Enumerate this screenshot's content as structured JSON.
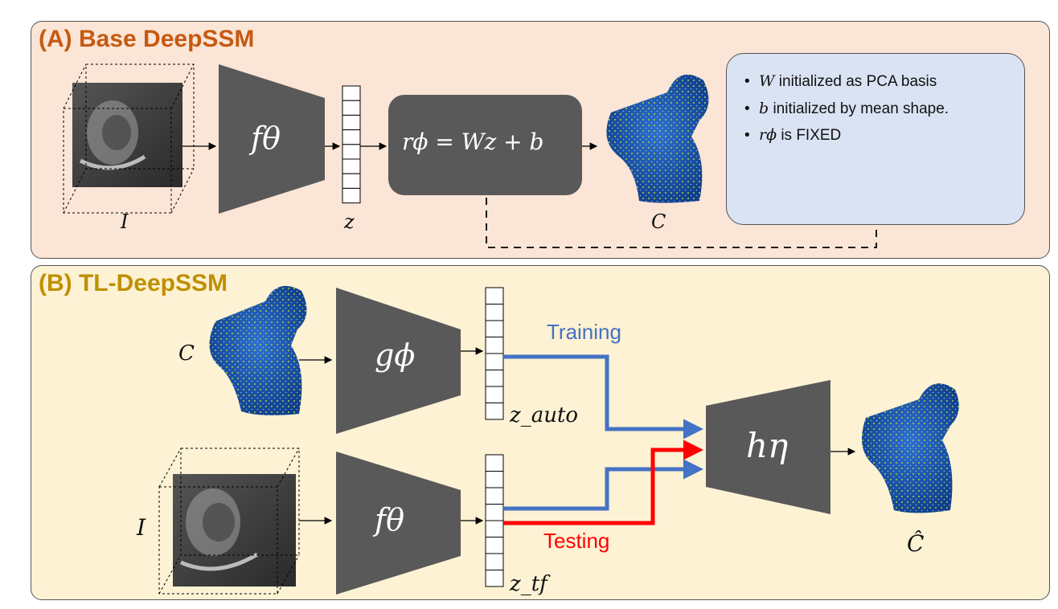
{
  "panel_a": {
    "title": "(A) Base DeepSSM",
    "input_label": "I",
    "encoder_label": "fθ",
    "latent_label": "z",
    "linear_label": "rϕ = Wz + b",
    "output_label": "C",
    "notes": [
      {
        "sym": "W",
        "text": " initialized  as PCA basis"
      },
      {
        "sym": "b",
        "text": " initialized by mean shape."
      },
      {
        "sym": "rϕ",
        "text": " is FIXED"
      }
    ]
  },
  "panel_b": {
    "title": "(B) TL-DeepSSM",
    "shape_input_label": "C",
    "autoencoder_label": "gϕ",
    "auto_latent_label": "z_auto",
    "image_input_label": "I",
    "encoder_label": "fθ",
    "tf_latent_label": "z_tf",
    "decoder_label": "hη",
    "output_label": "Ĉ",
    "training_label": "Training",
    "testing_label": "Testing"
  },
  "colors": {
    "panel_a_bg": "#fbe5d6",
    "panel_b_bg": "#fdf2d4",
    "panel_a_title": "#c55a11",
    "panel_b_title": "#bf9000",
    "note_bg": "#dae3f3",
    "network_fill": "#595959",
    "training": "#4472c4",
    "testing": "#ff0000"
  }
}
